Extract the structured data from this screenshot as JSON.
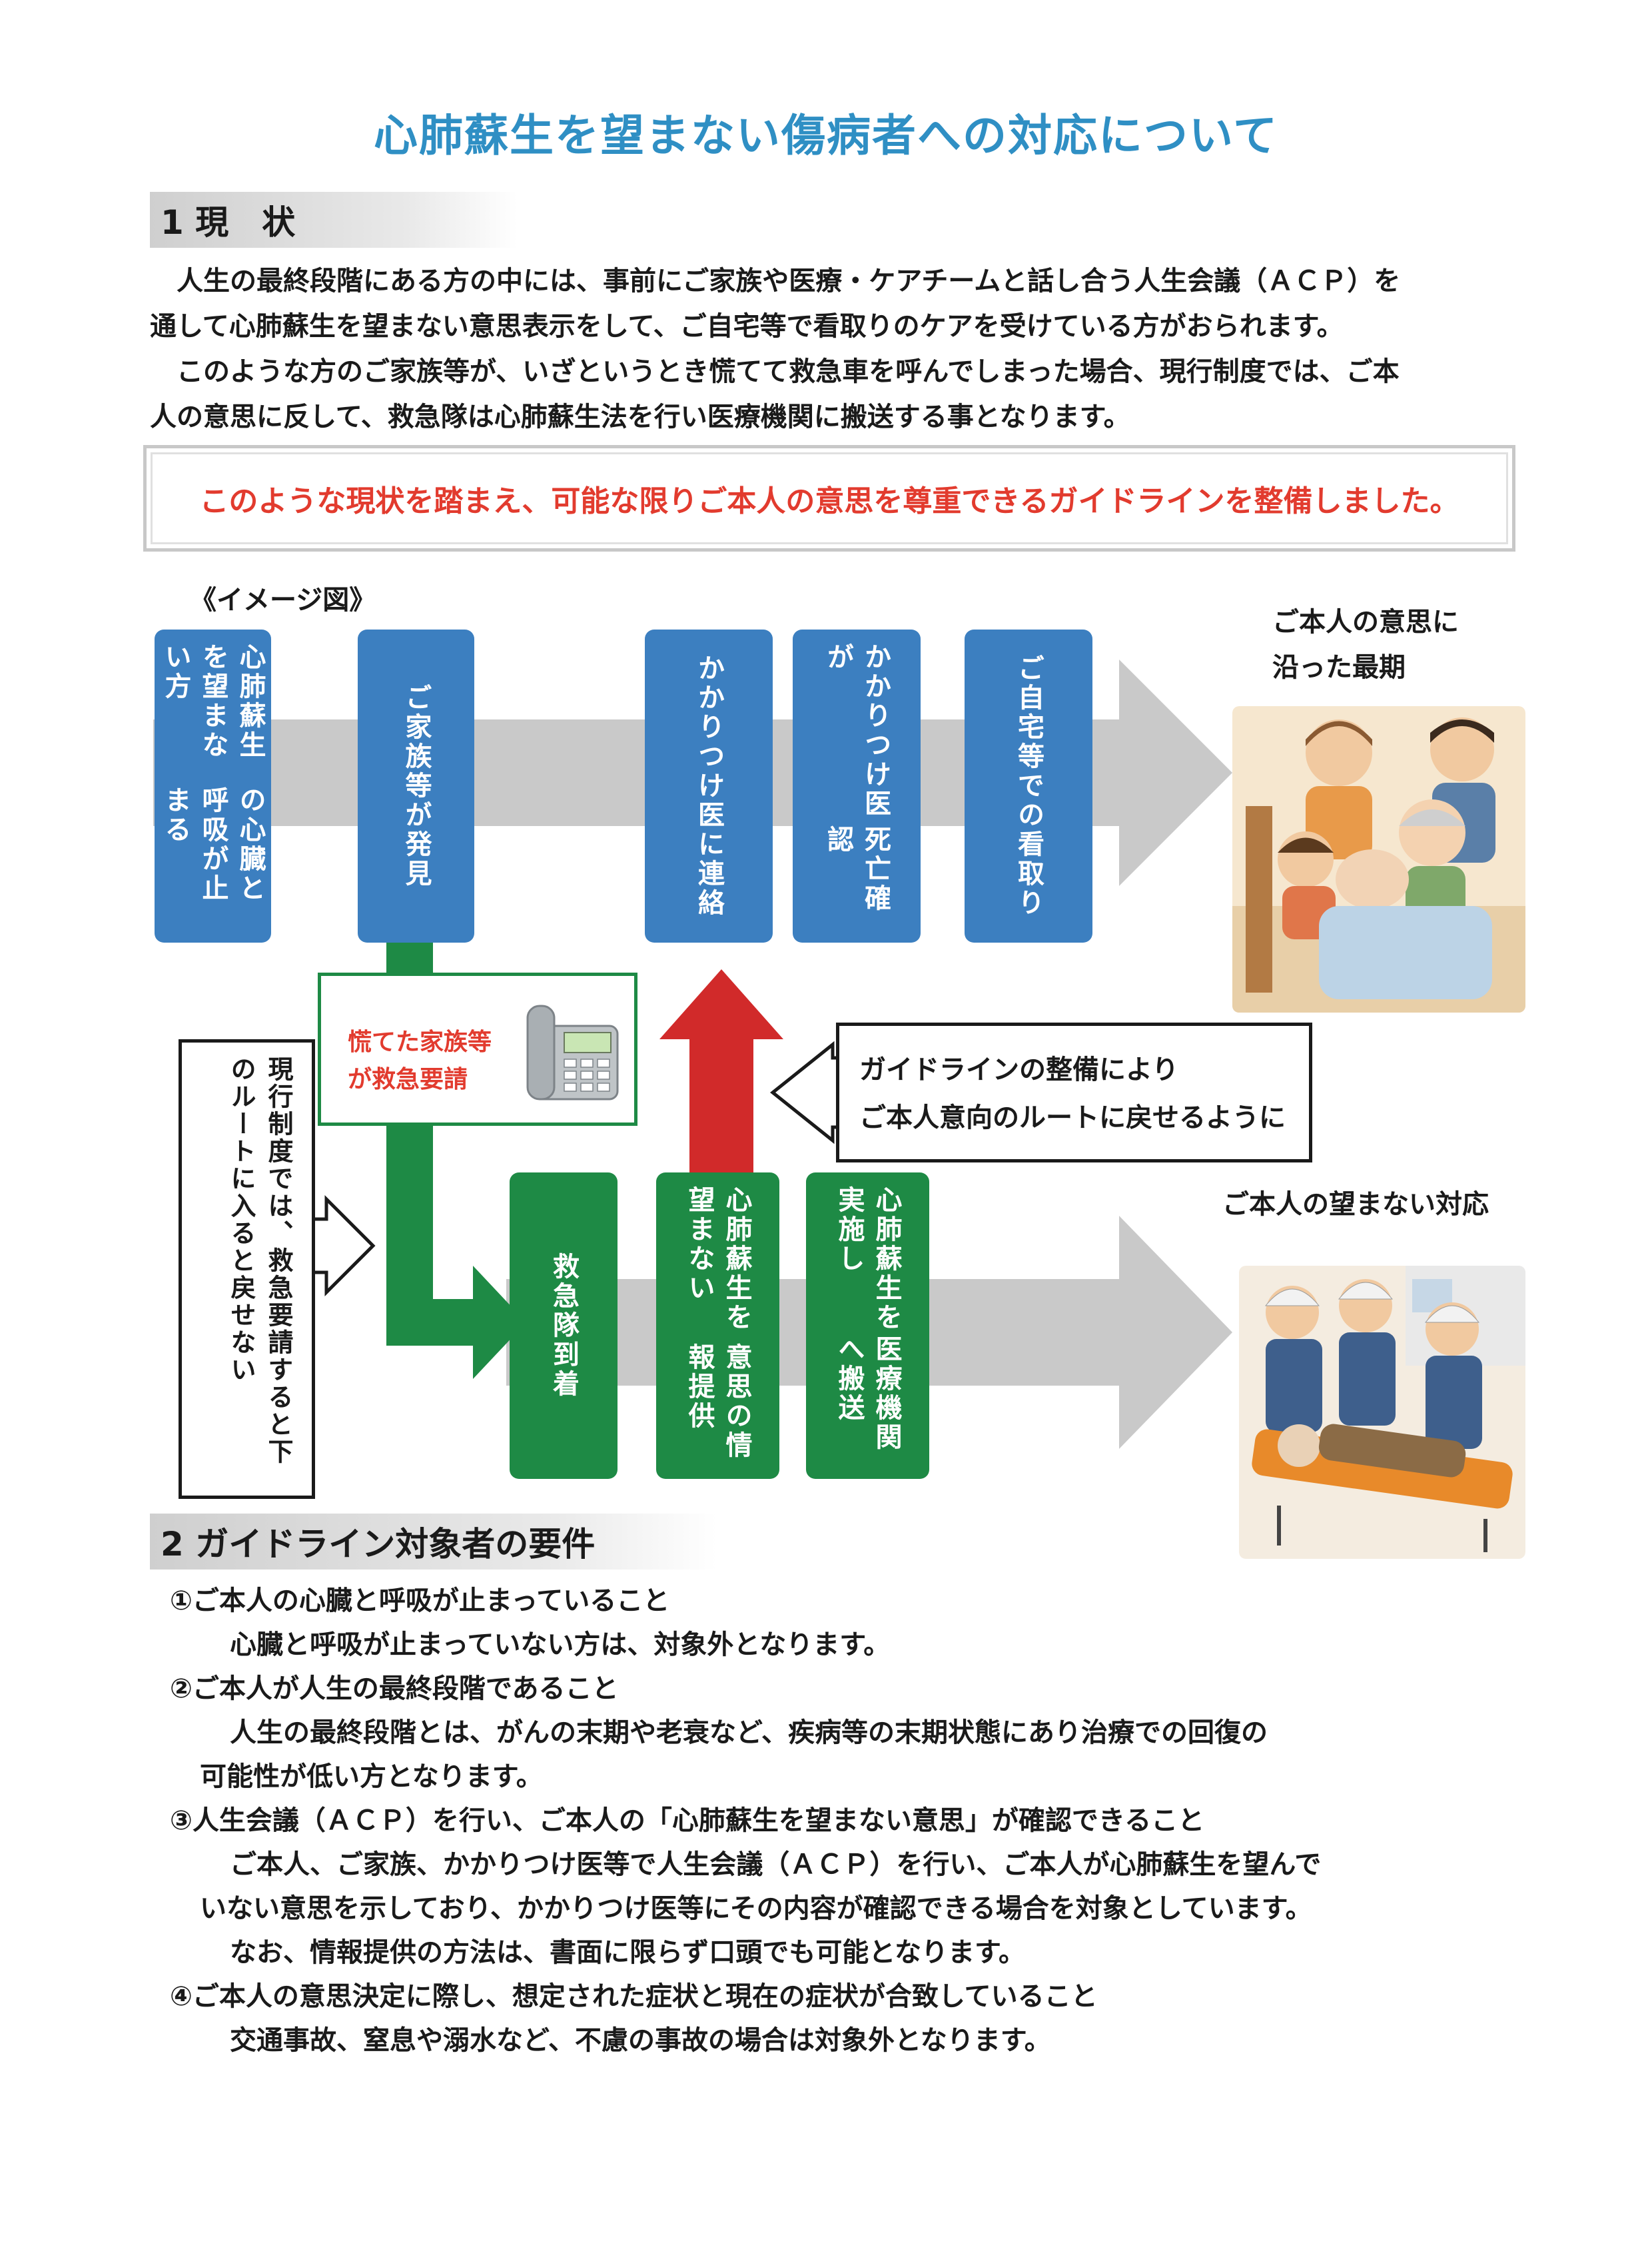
{
  "title": "心肺蘇生を望まない傷病者への対応について",
  "section1": {
    "heading": "1 現　状",
    "para1_line1": "人生の最終段階にある方の中には、事前にご家族や医療・ケアチームと話し合う人生会議（ＡＣＰ）を",
    "para1_line2": "通して心肺蘇生を望まない意思表示をして、ご自宅等で看取りのケアを受けている方がおられます。",
    "para2_line1": "このような方のご家族等が、いざというとき慌てて救急車を呼んでしまった場合、現行制度では、ご本",
    "para2_line2": "人の意思に反して、救急隊は心肺蘇生法を行い医療機関に搬送する事となります。",
    "callout": "このような現状を踏まえ、可能な限りご本人の意思を尊重できるガイドラインを整備しました。"
  },
  "diagram": {
    "image_label": "《イメージ図》",
    "top_right_label_l1": "ご本人の意思に",
    "top_right_label_l2": "沿った最期",
    "bottom_right_label": "ご本人の望まない対応",
    "top_boxes": [
      {
        "line1": "心肺蘇生を望まない方",
        "line2": "の心臓と呼吸が止まる"
      },
      {
        "line1": "ご家族等が発見"
      },
      {
        "line1": "かかりつけ医に連絡"
      },
      {
        "line1": "かかりつけ医が",
        "line2": "死亡確認"
      },
      {
        "line1": "ご自宅等での看取り"
      }
    ],
    "panic_line1": "慌てた家族等",
    "panic_line2": "が救急要請",
    "guideline_line1": "ガイドラインの整備により",
    "guideline_line2": "ご本人意向のルートに戻せるように",
    "current_line1": "現行制度では、救急要請すると",
    "current_line2": "下のルートに入ると戻せない",
    "bottom_boxes": [
      {
        "line1": "救急隊到着"
      },
      {
        "line1": "心肺蘇生を望まない",
        "line2": "意思の情報提供"
      },
      {
        "line1": "心肺蘇生を実施し",
        "line2": "医療機関へ搬送"
      }
    ],
    "colors": {
      "blue_box": "#3c7fc0",
      "green_box": "#1e8a45",
      "red_arrow": "#d12a2a",
      "gray_arrow": "#c9c9c9"
    }
  },
  "section2": {
    "heading": "2 ガイドライン対象者の要件",
    "items": [
      {
        "title": "①ご本人の心臓と呼吸が止まっていること",
        "detail": [
          "心臓と呼吸が止まっていない方は、対象外となります。"
        ]
      },
      {
        "title": "②ご本人が人生の最終段階であること",
        "detail": [
          "人生の最終段階とは、がんの末期や老衰など、疾病等の末期状態にあり治療での回復の",
          "可能性が低い方となります。"
        ]
      },
      {
        "title": "③人生会議（ＡＣＰ）を行い、ご本人の「心肺蘇生を望まない意思」が確認できること",
        "detail": [
          "ご本人、ご家族、かかりつけ医等で人生会議（ＡＣＰ）を行い、ご本人が心肺蘇生を望んで",
          "いない意思を示しており、かかりつけ医等にその内容が確認できる場合を対象としています。",
          "なお、情報提供の方法は、書面に限らず口頭でも可能となります。"
        ]
      },
      {
        "title": "④ご本人の意思決定に際し、想定された症状と現在の症状が合致していること",
        "detail": [
          "交通事故、窒息や溺水など、不慮の事故の場合は対象外となります。"
        ]
      }
    ]
  }
}
